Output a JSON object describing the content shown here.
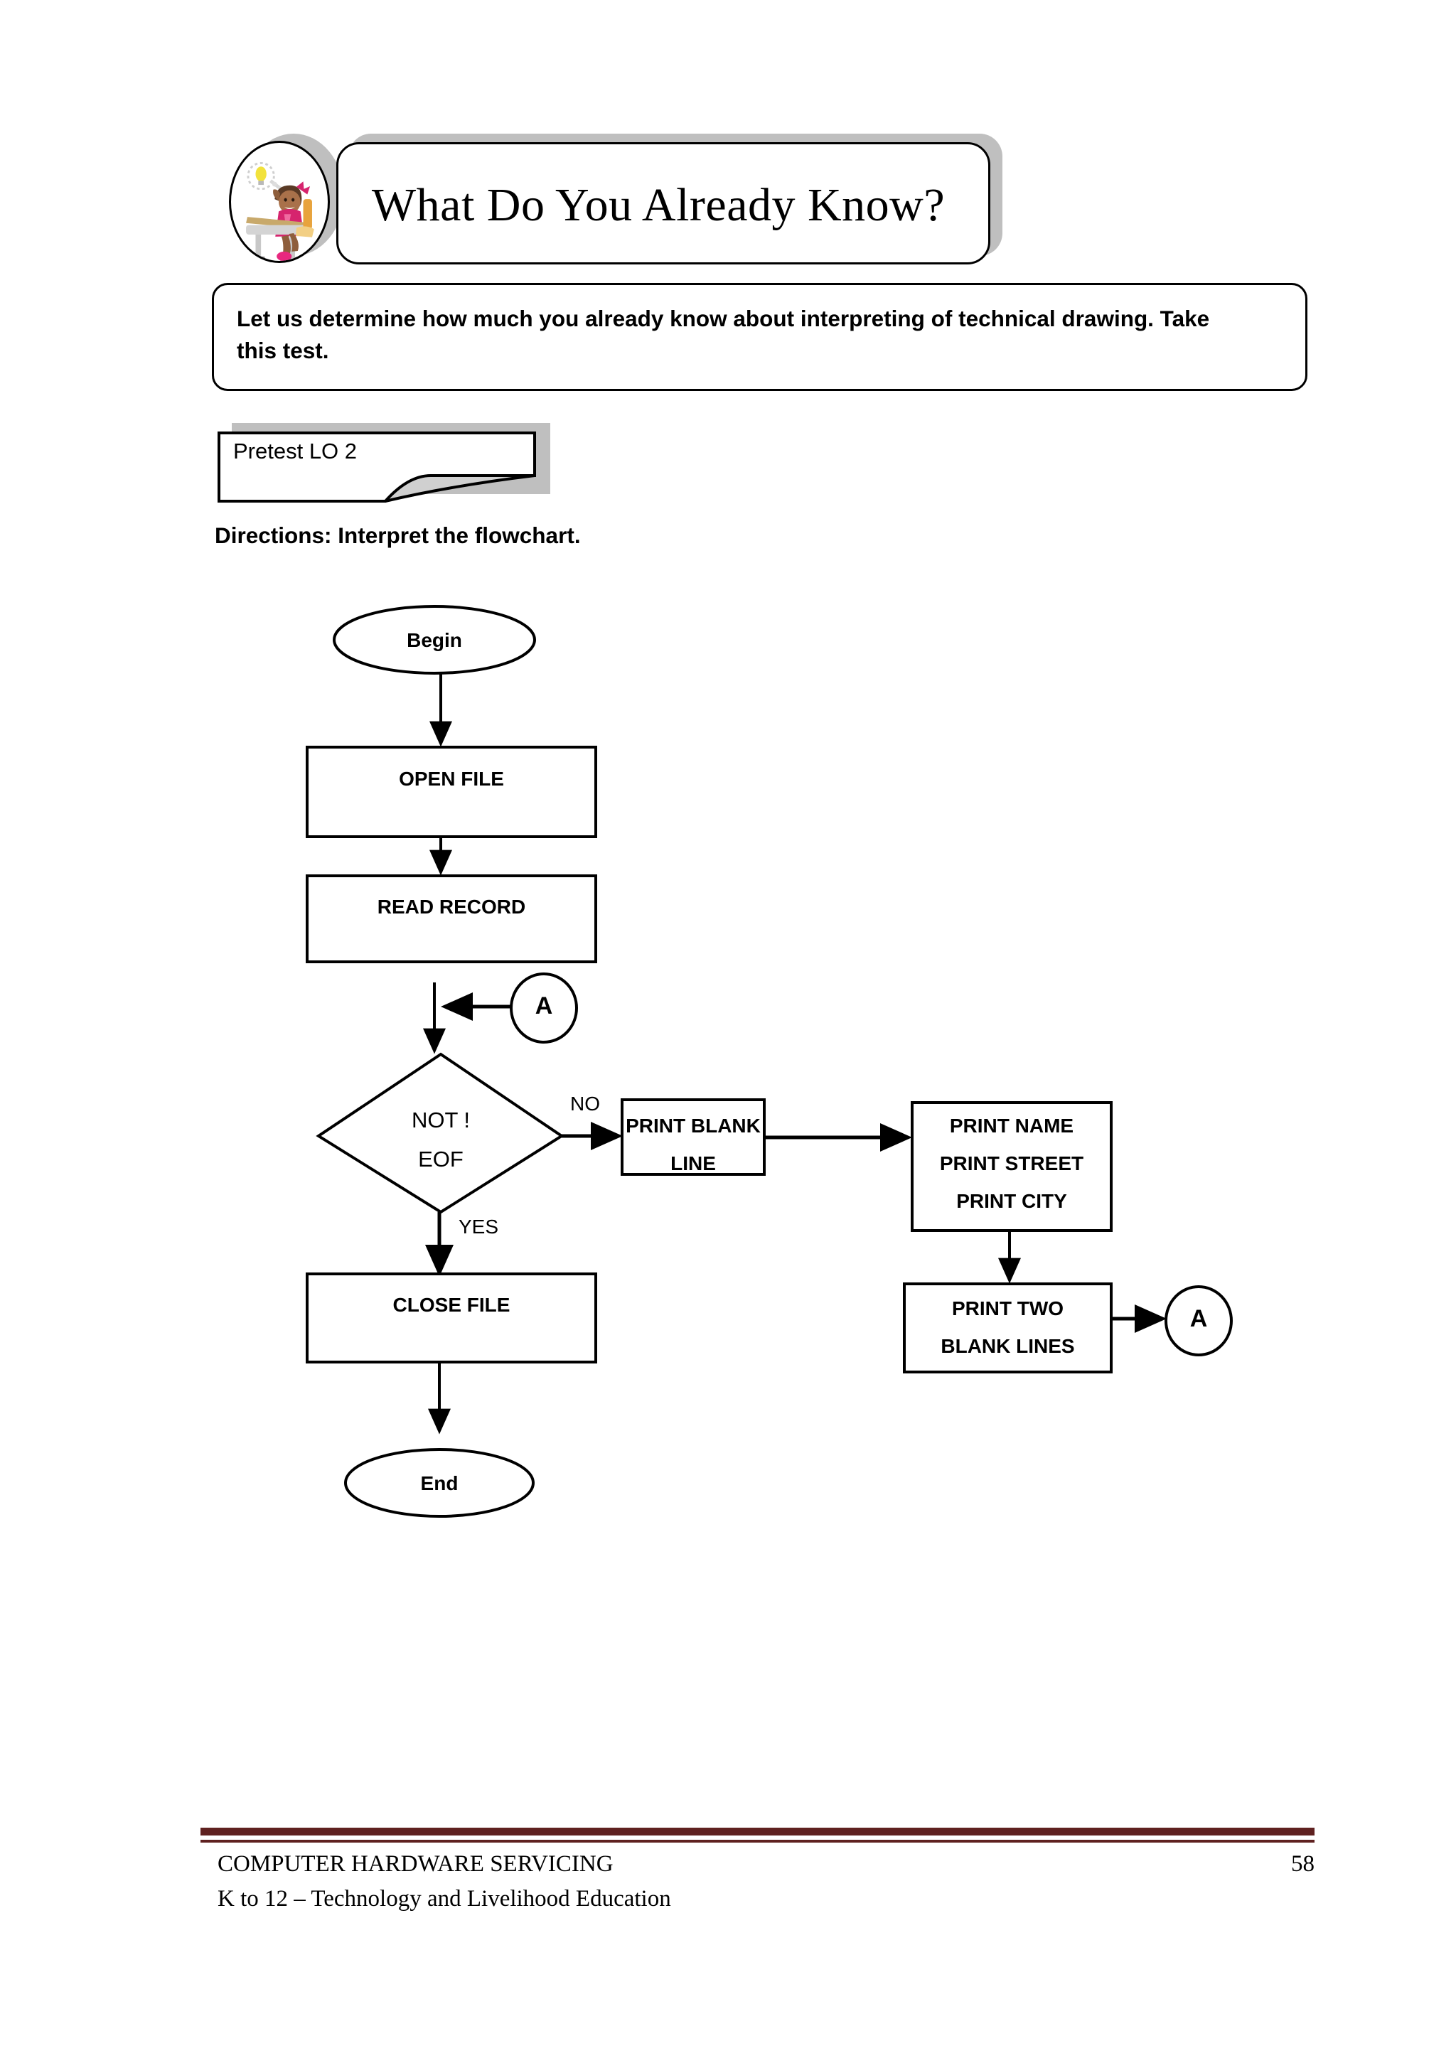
{
  "header": {
    "title": "What Do You Already Know?",
    "avatar_icon": "student-with-lightbulb-idea-clipart",
    "shadow_color": "#bfbfbf"
  },
  "intro": {
    "text": "Let us determine how much you already know about interpreting of technical drawing.  Take this test."
  },
  "pretest": {
    "label": "Pretest LO 2",
    "shadow_color": "#bfbfbf",
    "curl_icon": "page-curl-corner"
  },
  "directions": {
    "text": "Directions: Interpret the flowchart."
  },
  "flowchart": {
    "nodes": {
      "begin": "Begin",
      "open_file": "OPEN FILE",
      "read_record": "READ RECORD",
      "decision_line1": "NOT !",
      "decision_line2": "EOF",
      "close_file": "CLOSE FILE",
      "end": "End",
      "print_blank_line1": "PRINT BLANK",
      "print_blank_line2": "LINE",
      "print_name": "PRINT NAME",
      "print_street": "PRINT STREET",
      "print_city": "PRINT CITY",
      "print_two_line1": "PRINT TWO",
      "print_two_line2": "BLANK LINES",
      "connector_in": "A",
      "connector_out": "A"
    },
    "edge_labels": {
      "no": "NO",
      "yes": "YES"
    },
    "stroke_color": "#000000"
  },
  "footer": {
    "course": "COMPUTER HARDWARE SERVICING",
    "program": "K to 12 – Technology and Livelihood Education",
    "page_number": "58",
    "rule_color": "#5f2120"
  }
}
